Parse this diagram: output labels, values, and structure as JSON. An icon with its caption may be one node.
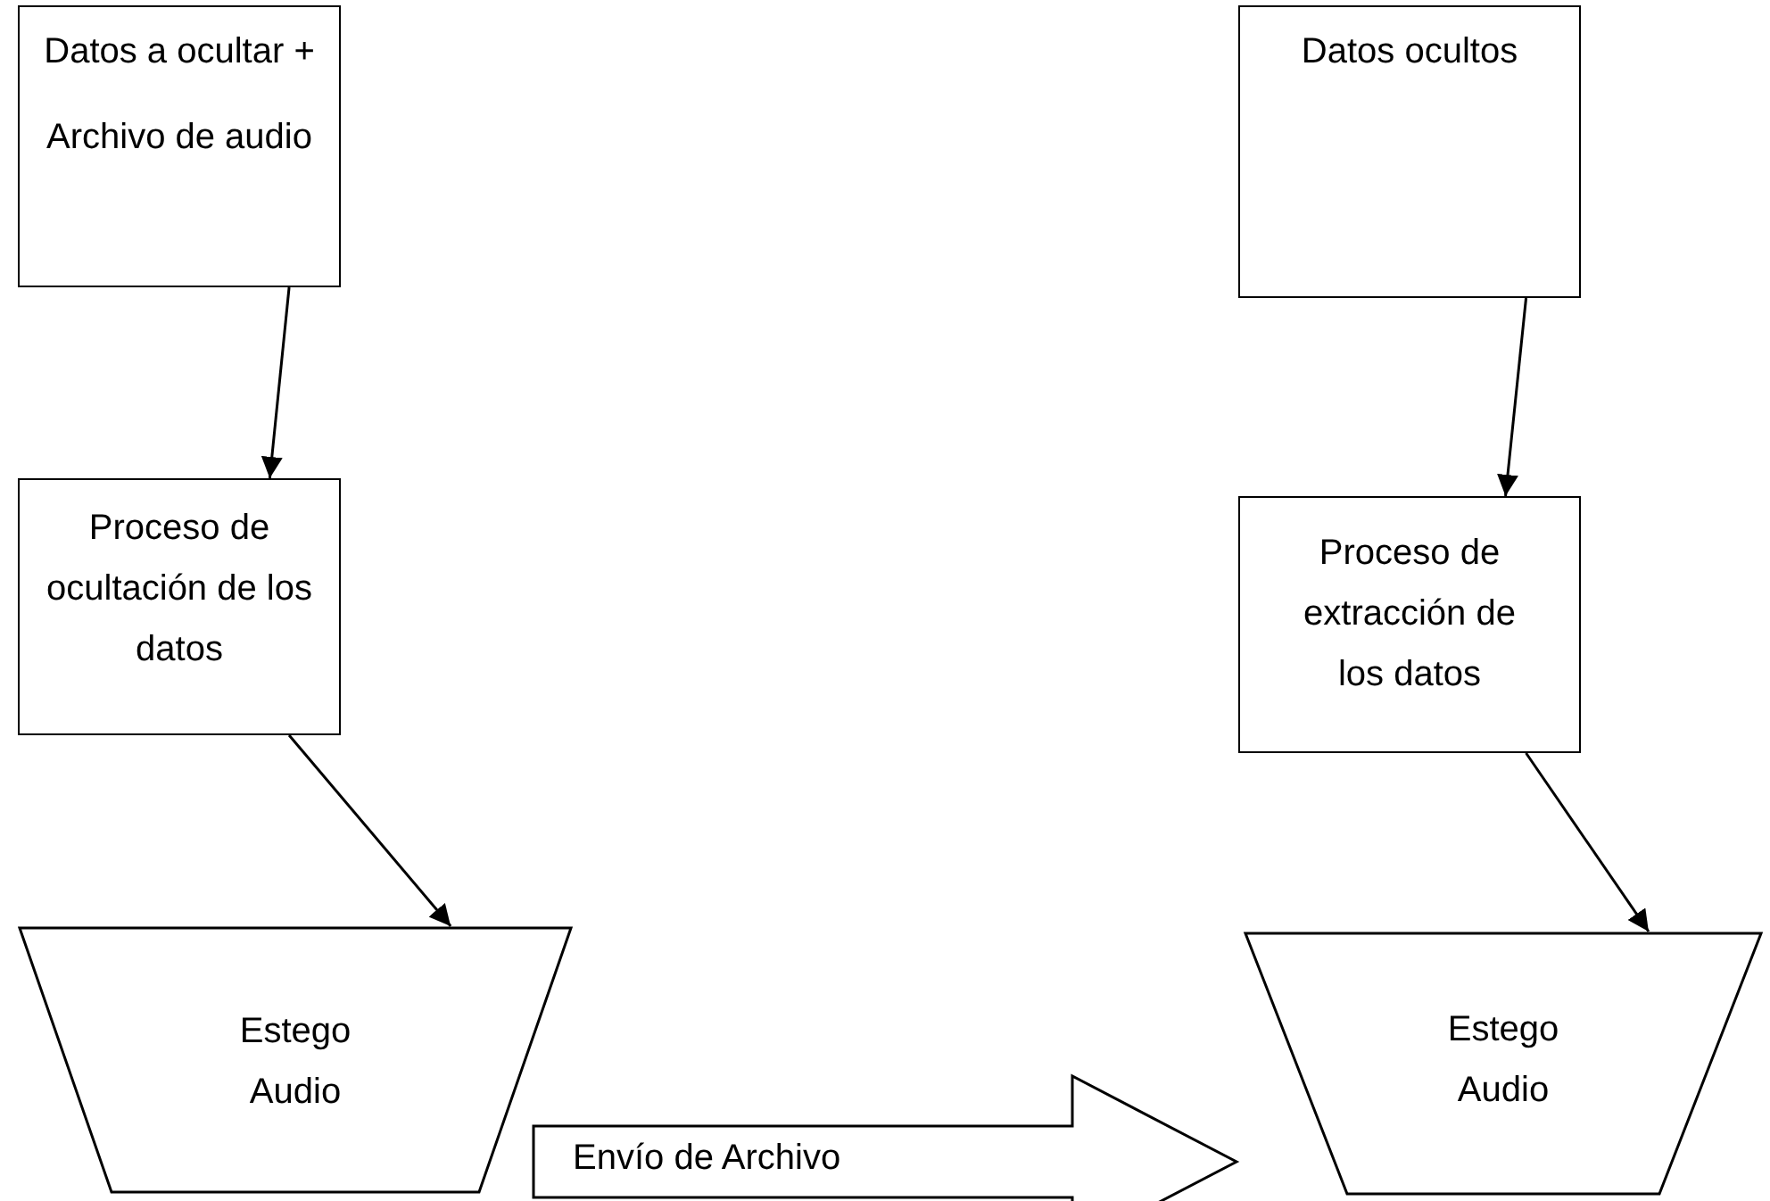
{
  "diagram": {
    "nodes": [
      {
        "text": [
          "Datos a ocultar  +",
          "Archivo de audio"
        ]
      },
      {
        "text": [
          "Proceso de ocultación de los datos"
        ]
      },
      {
        "text": [
          "Estego Audio"
        ]
      },
      {
        "text": [
          "Datos ocultos"
        ]
      },
      {
        "text": [
          "Proceso de extracción de los datos"
        ]
      },
      {
        "text": [
          "Estego Audio"
        ]
      }
    ],
    "edges": [
      {
        "from": 0,
        "to": 1,
        "arrow": "to"
      },
      {
        "from": 1,
        "to": 2,
        "arrow": "to"
      },
      {
        "from": 3,
        "to": 4,
        "arrow": "to"
      },
      {
        "from": 4,
        "to": 5,
        "arrow": "to"
      },
      {
        "from": 2,
        "to": 5,
        "arrow": "to",
        "label": "Envío de Archivo",
        "style": "thick"
      }
    ]
  }
}
